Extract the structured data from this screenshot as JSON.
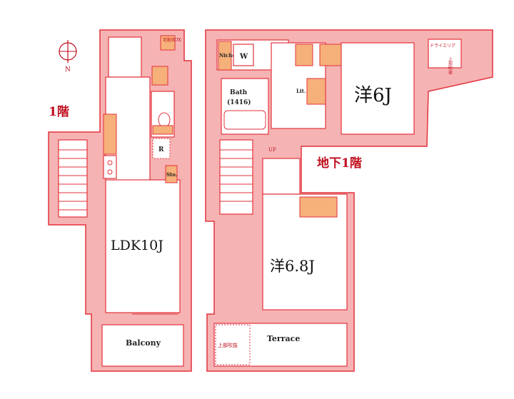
{
  "compass": {
    "north": "N"
  },
  "floor1": {
    "title": "1階",
    "rooms": {
      "ldk": "LDK10J",
      "balcony": "Balcony",
      "delivery_box": "宅配BOX",
      "refrigerator": "R",
      "storage": "Sto."
    }
  },
  "basement": {
    "title": "地下1階",
    "rooms": {
      "bedroom1": "洋6J",
      "bedroom2": "洋6.8J",
      "terrace": "Terrace",
      "niche": "Niche",
      "washer": "W",
      "bath": "Bath",
      "bath_size": "(1416)",
      "linen": "Lit.",
      "up": "UP",
      "dry_area": "ドライエリア",
      "void1": "上部吹抜",
      "void2": "上部吹抜"
    }
  }
}
